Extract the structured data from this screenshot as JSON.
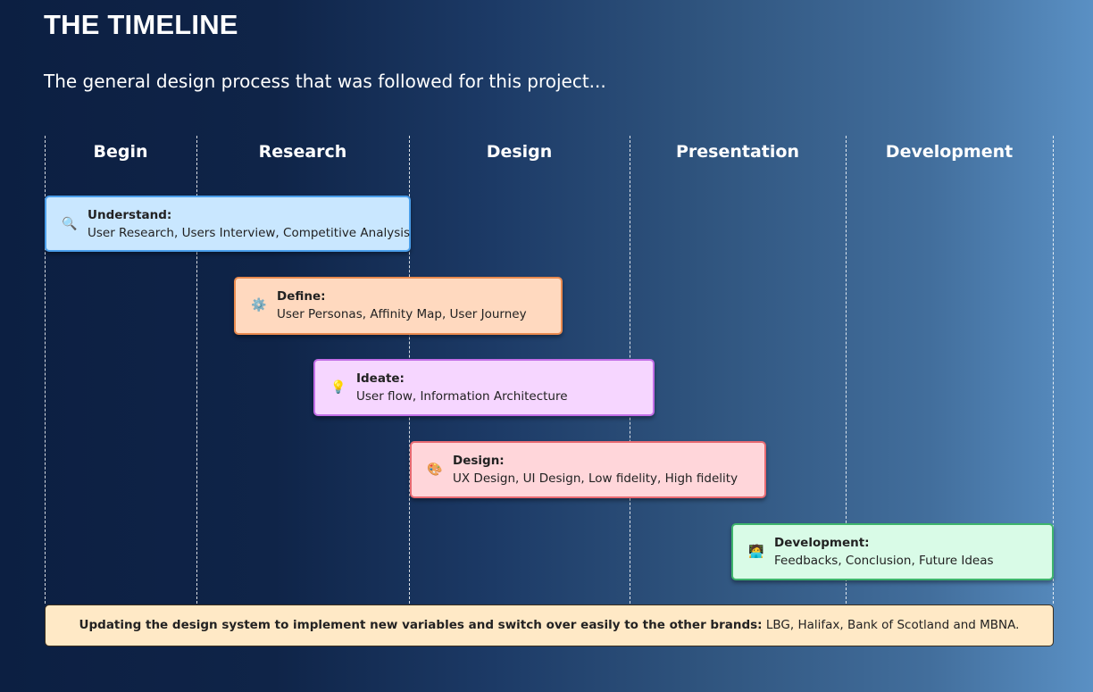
{
  "header": {
    "title": "THE TIMELINE",
    "subtitle": "The general design process that was followed for this project..."
  },
  "phases": [
    "Begin",
    "Research",
    "Design",
    "Presentation",
    "Development"
  ],
  "cards": [
    {
      "title": "Understand:",
      "description": "User Research, Users Interview, Competitive Analysis",
      "icon": "magnifier-icon",
      "glyph": "🔍"
    },
    {
      "title": "Define:",
      "description": "User Personas, Affinity Map, User Journey",
      "icon": "gear-icon",
      "glyph": "⚙️"
    },
    {
      "title": "Ideate:",
      "description": "User flow, Information Architecture",
      "icon": "lightbulb-icon",
      "glyph": "💡"
    },
    {
      "title": "Design:",
      "description": "UX Design, UI Design, Low fidelity, High fidelity",
      "icon": "palette-icon",
      "glyph": "🎨"
    },
    {
      "title": "Development:",
      "description": "Feedbacks, Conclusion, Future Ideas",
      "icon": "developer-icon",
      "glyph": "🧑‍💻"
    }
  ],
  "footer": {
    "bold": "Updating the design system to implement new variables and switch over easily to the other brands:",
    "text": " LBG, Halifax, Bank of Scotland and MBNA."
  },
  "colors": {
    "understand": "#c9e7ff",
    "define": "#ffd9bf",
    "ideate": "#f6d6ff",
    "design": "#ffd6da",
    "development": "#d9fbe7",
    "footer": "#ffe9c6"
  }
}
